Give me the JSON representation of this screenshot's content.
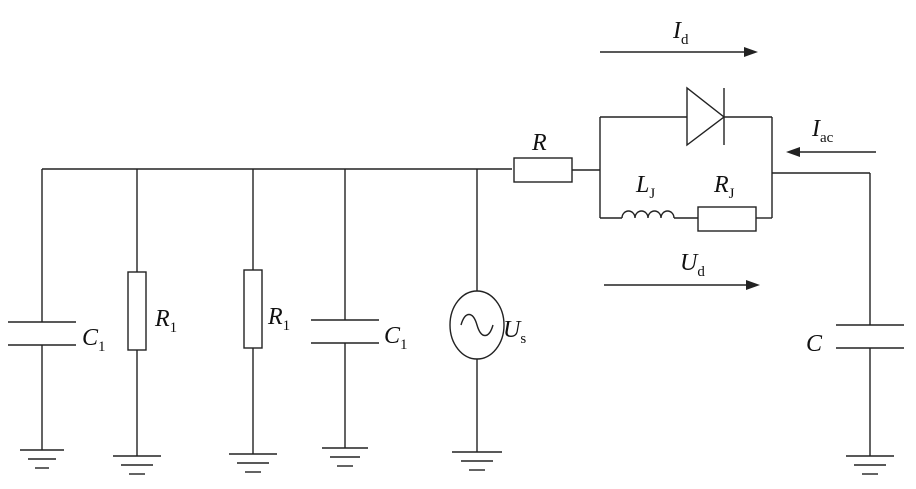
{
  "labels": {
    "c1_left": {
      "main": "C",
      "sub": "1"
    },
    "r1_left": {
      "main": "R",
      "sub": "1"
    },
    "r1_mid": {
      "main": "R",
      "sub": "1"
    },
    "c1_mid": {
      "main": "C",
      "sub": "1"
    },
    "source": {
      "main": "U",
      "sub": "s"
    },
    "series_resistor": {
      "main": "R",
      "sub": ""
    },
    "inductor": {
      "main": "L",
      "sub": "J"
    },
    "junction_resistor": {
      "main": "R",
      "sub": "J"
    },
    "diode_current": {
      "main": "I",
      "sub": "d"
    },
    "ac_current": {
      "main": "I",
      "sub": "ac"
    },
    "diode_voltage": {
      "main": "U",
      "sub": "d"
    },
    "load_capacitor": {
      "main": "C",
      "sub": ""
    }
  },
  "colors": {
    "ink": "#222222",
    "background": "#ffffff"
  },
  "icons": [
    "capacitor-icon",
    "resistor-icon",
    "ac-source-icon",
    "diode-icon",
    "inductor-icon",
    "ground-icon",
    "arrow-icon"
  ]
}
